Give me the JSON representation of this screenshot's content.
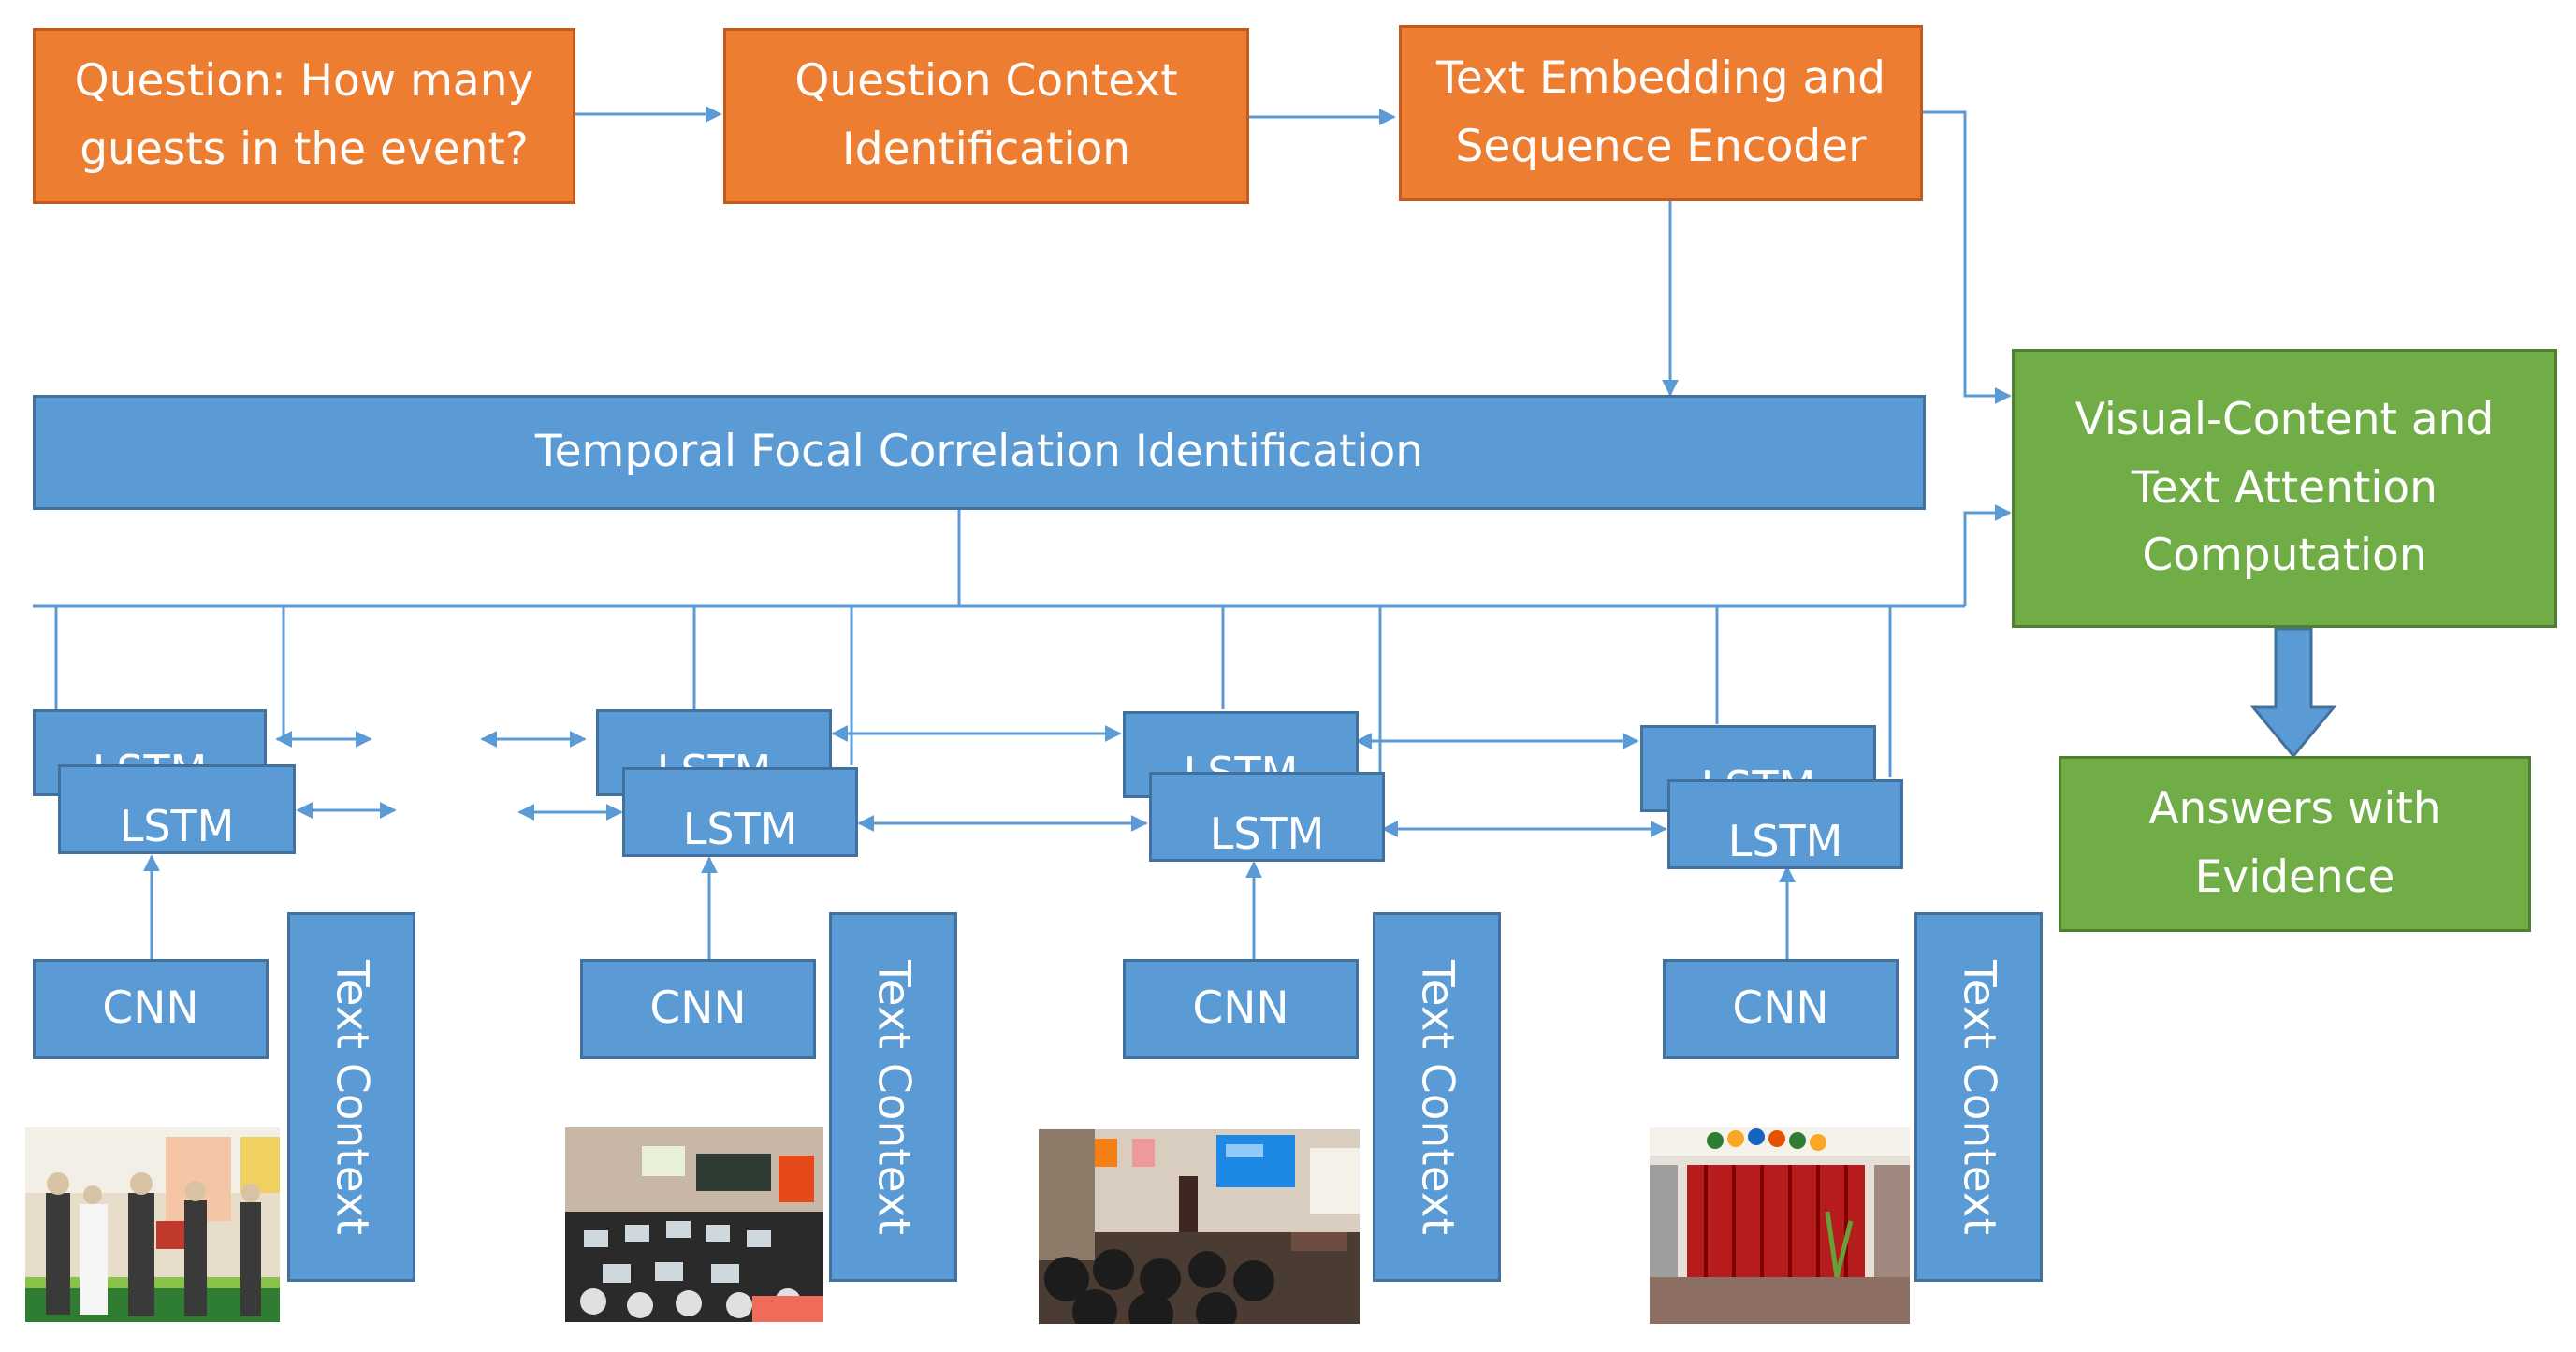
{
  "nodes": {
    "question": "Question: How many guests in the event?",
    "question_context": "Question Context Identification",
    "text_embedding": "Text Embedding and Sequence Encoder",
    "temporal": "Temporal Focal Correlation Identification",
    "visual_attention": "Visual-Content and Text Attention Computation",
    "answers": "Answers with Evidence"
  },
  "lstm_label": "LSTM",
  "cnn_label": "CNN",
  "text_context_label": "Text Context",
  "colors": {
    "orange": "#ED7D31",
    "blue": "#5B9BD5",
    "green": "#70AD47",
    "connector": "#5B9BD5"
  }
}
